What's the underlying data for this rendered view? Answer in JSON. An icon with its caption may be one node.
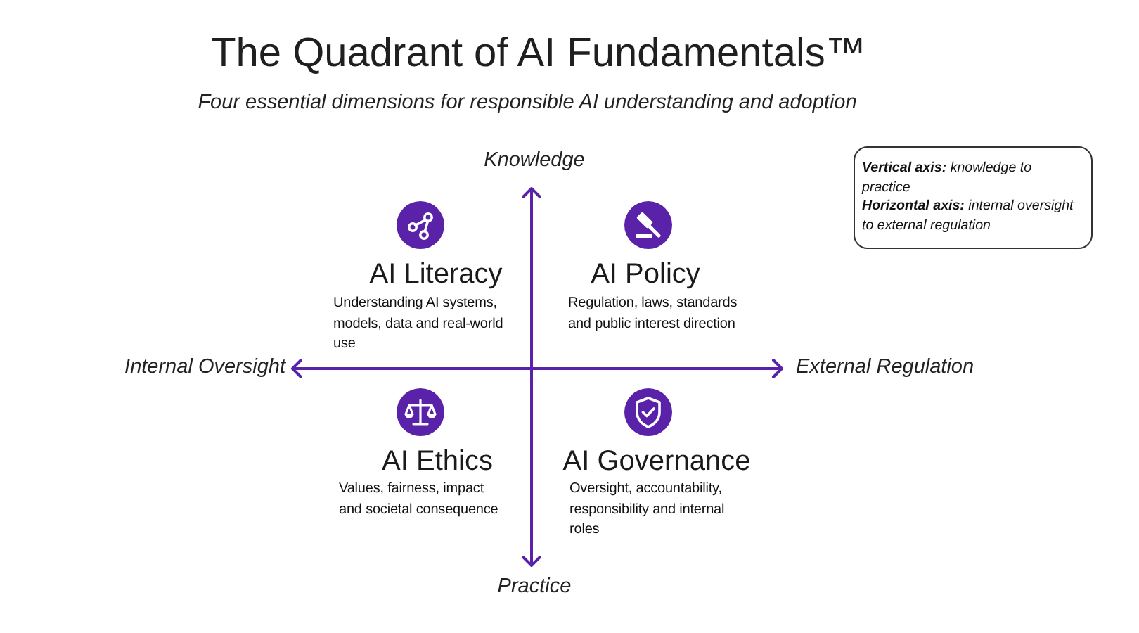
{
  "diagram": {
    "title": "The Quadrant of AI Fundamentals™",
    "nodes": [
      {
        "text": [
          "**Vertical axis:** knowledge to practice",
          "**Horizontal axis:** internal oversight to external regulation"
        ]
      }
    ],
    "labels": [
      "Four essential dimensions for responsible AI understanding and adoption",
      "Knowledge",
      "AI Literacy",
      "Understanding AI systems, models, data and real-world use",
      "AI Policy",
      "Regulation, laws, standards and public interest direction",
      "Internal Oversight",
      "External Regulation",
      "AI Ethics",
      "Values, fairness, impact and societal consequence",
      "AI Governance",
      "Oversight, accountability, responsibility and internal roles",
      "Practice"
    ]
  }
}
